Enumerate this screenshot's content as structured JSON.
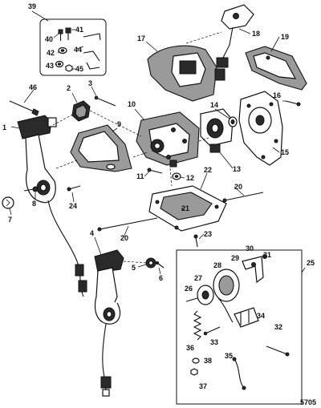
{
  "figure_number": "5705",
  "callouts": {
    "c1": "1",
    "c2": "2",
    "c3": "3",
    "c4": "4",
    "c5": "5",
    "c6": "6",
    "c7": "7",
    "c8": "8",
    "c9": "9",
    "c10": "10",
    "c11": "11",
    "c12": "12",
    "c13": "13",
    "c14": "14",
    "c15": "15",
    "c16": "16",
    "c17": "17",
    "c18": "18",
    "c19": "19",
    "c20a": "20",
    "c20b": "20",
    "c21": "21",
    "c22": "22",
    "c23": "23",
    "c24": "24",
    "c25": "25",
    "c26": "26",
    "c27": "27",
    "c28": "28",
    "c29": "29",
    "c30": "30",
    "c31": "31",
    "c32": "32",
    "c33": "33",
    "c34": "34",
    "c35": "35",
    "c36": "36",
    "c37": "37",
    "c38": "38",
    "c39": "39",
    "c40": "40",
    "c41": "41",
    "c42": "42",
    "c43": "43",
    "c44": "44",
    "c45": "45",
    "c46": "46"
  }
}
